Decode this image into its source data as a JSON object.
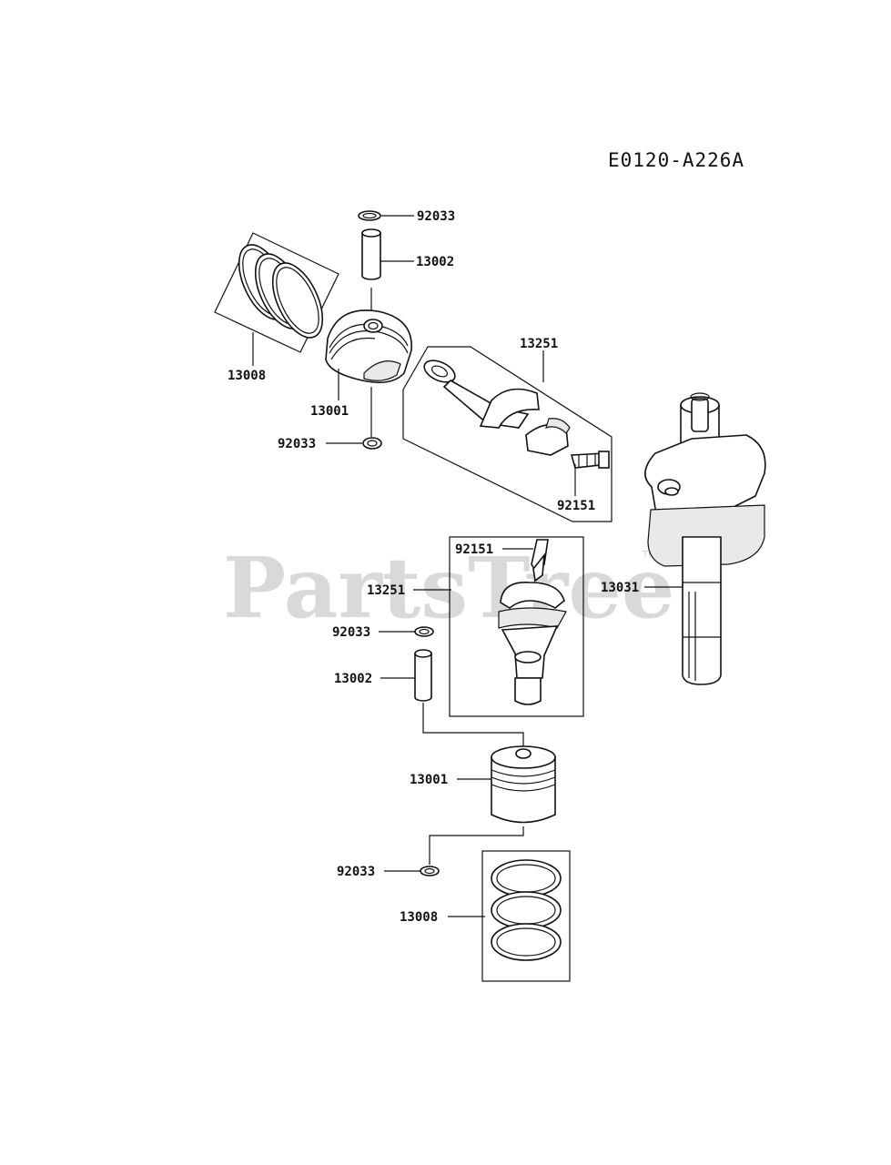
{
  "diagram_code": "E0120-A226A",
  "watermark": "PartsTree",
  "watermark_tm": "TM",
  "callouts": {
    "ring_clip_top": "92033",
    "piston_pin_top": "13002",
    "ring_set_top": "13008",
    "piston_top": "13001",
    "ring_clip_mid": "92033",
    "conrod_top": "13251",
    "bolt_top": "92151",
    "bolt_bottom": "92151",
    "conrod_bottom": "13251",
    "crankshaft": "13031",
    "ring_clip_lower": "92033",
    "piston_pin_bottom": "13002",
    "piston_bottom": "13001",
    "ring_clip_bottom": "92033",
    "ring_set_bottom": "13008"
  }
}
